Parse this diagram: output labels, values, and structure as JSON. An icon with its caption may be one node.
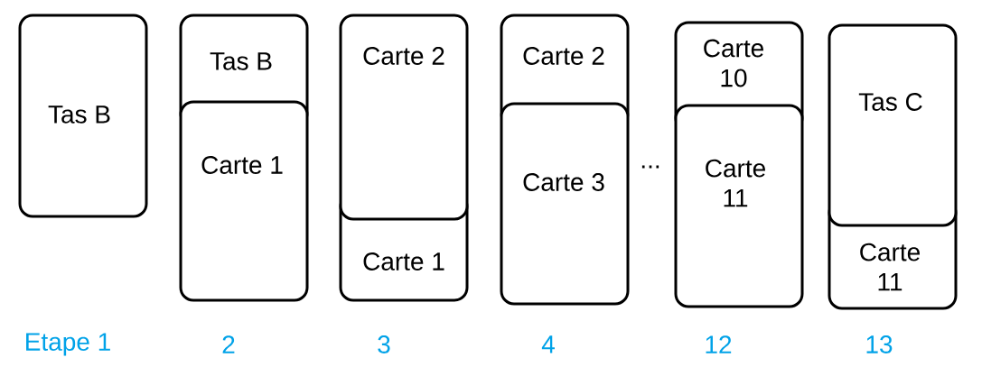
{
  "diagram": {
    "nodes": [
      {
        "text": [
          "Tas B"
        ]
      },
      {
        "text": [
          "Tas B"
        ]
      },
      {
        "text": [
          "Carte 1"
        ]
      },
      {
        "text": [
          "Carte 2"
        ]
      },
      {
        "text": [
          "Carte 1"
        ]
      },
      {
        "text": [
          "Carte 2"
        ]
      },
      {
        "text": [
          "Carte 3"
        ]
      },
      {
        "text": [
          "Carte 10"
        ]
      },
      {
        "text": [
          "Carte 11"
        ]
      },
      {
        "text": [
          "Tas C"
        ]
      },
      {
        "text": [
          "Carte 11"
        ]
      }
    ],
    "labels": [
      "...",
      "Etape 1",
      "2",
      "3",
      "4",
      "12",
      "13"
    ]
  }
}
